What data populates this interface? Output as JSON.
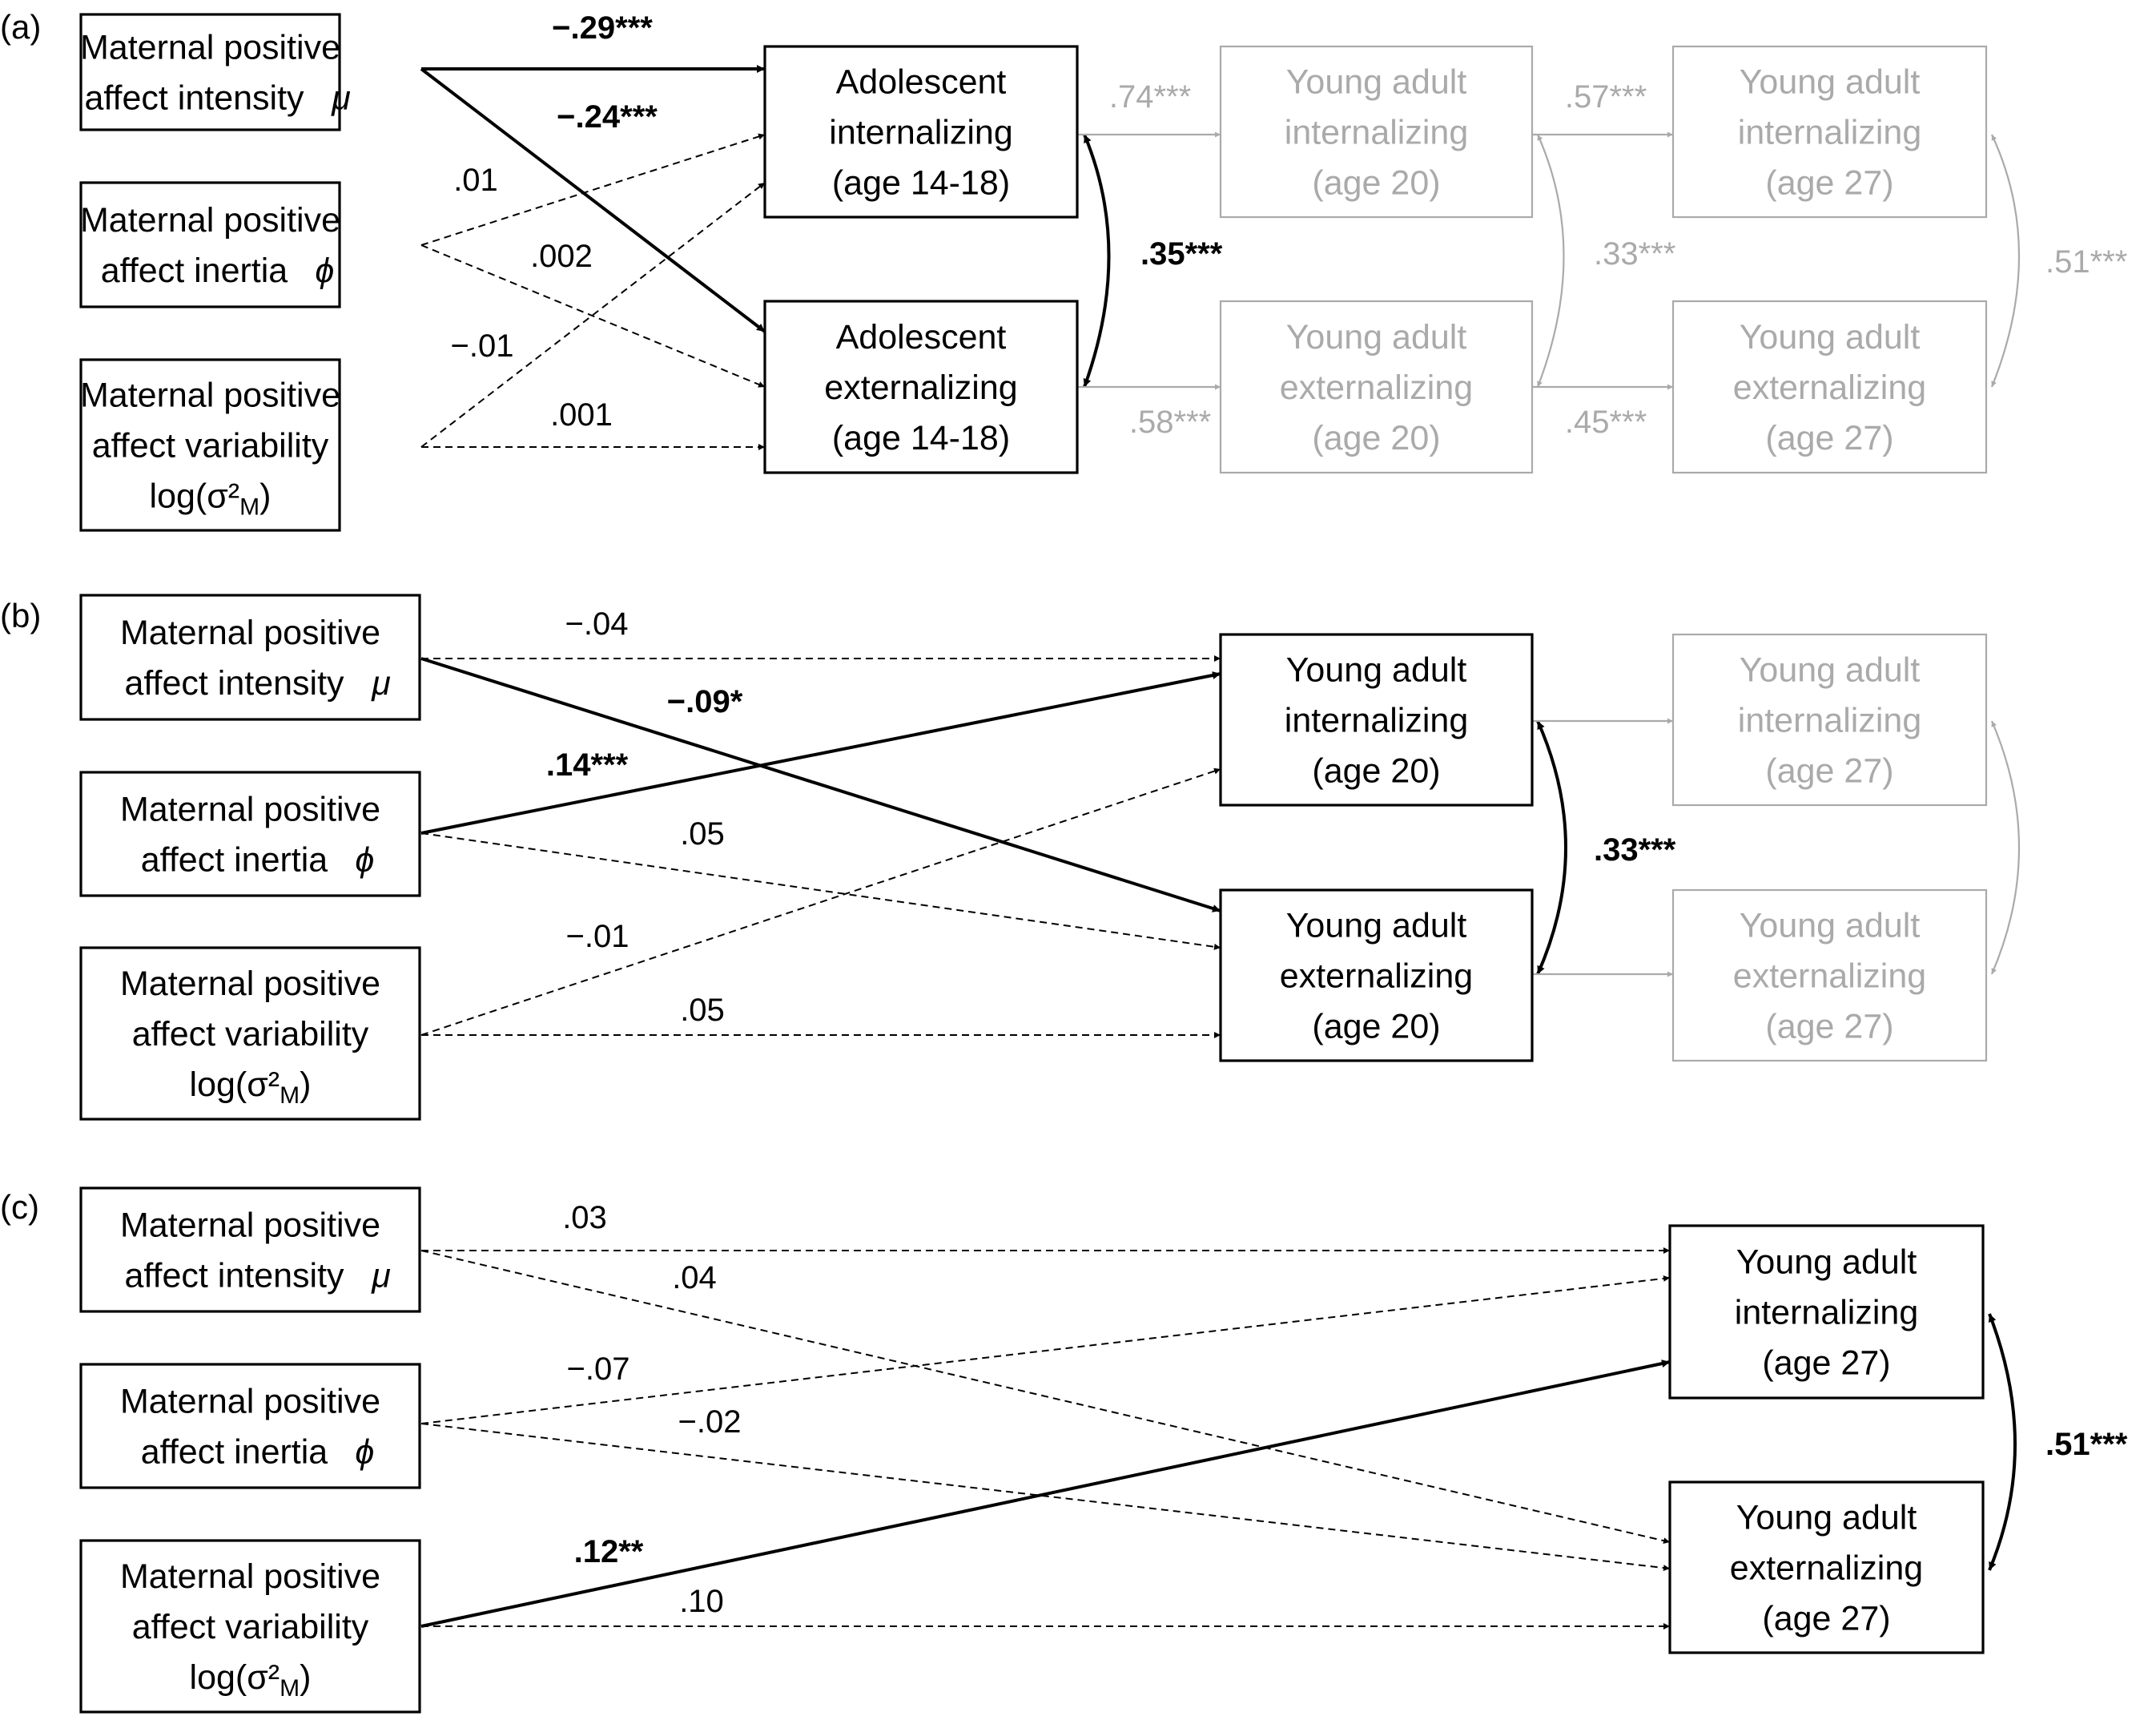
{
  "colors": {
    "active": "#000000",
    "muted": "#aaaaaa",
    "background": "#ffffff"
  },
  "panels": [
    {
      "id": "a",
      "label": "(a)",
      "boxes": [
        {
          "id": "a_mu",
          "lines": [
            "Maternal positive",
            "affect intensity"
          ],
          "symbol": "μ",
          "muted": false
        },
        {
          "id": "a_phi",
          "lines": [
            "Maternal positive",
            "affect inertia"
          ],
          "symbol": "ϕ",
          "muted": false
        },
        {
          "id": "a_var",
          "lines": [
            "Maternal positive",
            "affect variability",
            "log(σ²M)"
          ],
          "muted": false
        },
        {
          "id": "a_ai",
          "lines": [
            "Adolescent",
            "internalizing",
            "(age 14-18)"
          ],
          "muted": false
        },
        {
          "id": "a_ae",
          "lines": [
            "Adolescent",
            "externalizing",
            "(age 14-18)"
          ],
          "muted": false
        },
        {
          "id": "a_y20i",
          "lines": [
            "Young adult",
            "internalizing",
            "(age 20)"
          ],
          "muted": true
        },
        {
          "id": "a_y20e",
          "lines": [
            "Young adult",
            "externalizing",
            "(age 20)"
          ],
          "muted": true
        },
        {
          "id": "a_y27i",
          "lines": [
            "Young adult",
            "internalizing",
            "(age 27)"
          ],
          "muted": true
        },
        {
          "id": "a_y27e",
          "lines": [
            "Young adult",
            "externalizing",
            "(age 27)"
          ],
          "muted": true
        }
      ],
      "paths": [
        {
          "label": "−.29***",
          "bold": true,
          "style": "solid"
        },
        {
          "label": "−.24***",
          "bold": true,
          "style": "solid"
        },
        {
          "label": ".01",
          "bold": false,
          "style": "dashed"
        },
        {
          "label": ".002",
          "bold": false,
          "style": "dashed"
        },
        {
          "label": "−.01",
          "bold": false,
          "style": "dashed"
        },
        {
          "label": ".001",
          "bold": false,
          "style": "dashed"
        },
        {
          "label": ".35***",
          "bold": true,
          "style": "covariance"
        },
        {
          "label": ".74***",
          "bold": false,
          "style": "muted"
        },
        {
          "label": ".58***",
          "bold": false,
          "style": "muted"
        },
        {
          "label": ".33***",
          "bold": false,
          "style": "muted-covariance"
        },
        {
          "label": ".57***",
          "bold": false,
          "style": "muted"
        },
        {
          "label": ".45***",
          "bold": false,
          "style": "muted"
        },
        {
          "label": ".51***",
          "bold": false,
          "style": "muted-covariance"
        }
      ]
    },
    {
      "id": "b",
      "label": "(b)",
      "boxes": [
        {
          "id": "b_mu",
          "lines": [
            "Maternal positive",
            "affect intensity"
          ],
          "symbol": "μ",
          "muted": false
        },
        {
          "id": "b_phi",
          "lines": [
            "Maternal positive",
            "affect inertia"
          ],
          "symbol": "ϕ",
          "muted": false
        },
        {
          "id": "b_var",
          "lines": [
            "Maternal positive",
            "affect variability",
            "log(σ²M)"
          ],
          "muted": false
        },
        {
          "id": "b_y20i",
          "lines": [
            "Young adult",
            "internalizing",
            "(age 20)"
          ],
          "muted": false
        },
        {
          "id": "b_y20e",
          "lines": [
            "Young adult",
            "externalizing",
            "(age 20)"
          ],
          "muted": false
        },
        {
          "id": "b_y27i",
          "lines": [
            "Young adult",
            "internalizing",
            "(age 27)"
          ],
          "muted": true
        },
        {
          "id": "b_y27e",
          "lines": [
            "Young adult",
            "externalizing",
            "(age 27)"
          ],
          "muted": true
        }
      ],
      "paths": [
        {
          "label": "−.04",
          "bold": false,
          "style": "dashed"
        },
        {
          "label": "−.09*",
          "bold": true,
          "style": "solid"
        },
        {
          "label": ".14***",
          "bold": true,
          "style": "solid"
        },
        {
          "label": ".05",
          "bold": false,
          "style": "dashed"
        },
        {
          "label": "−.01",
          "bold": false,
          "style": "dashed"
        },
        {
          "label": ".05",
          "bold": false,
          "style": "dashed"
        },
        {
          "label": ".33***",
          "bold": true,
          "style": "covariance"
        }
      ]
    },
    {
      "id": "c",
      "label": "(c)",
      "boxes": [
        {
          "id": "c_mu",
          "lines": [
            "Maternal positive",
            "affect intensity"
          ],
          "symbol": "μ",
          "muted": false
        },
        {
          "id": "c_phi",
          "lines": [
            "Maternal positive",
            "affect inertia"
          ],
          "symbol": "ϕ",
          "muted": false
        },
        {
          "id": "c_var",
          "lines": [
            "Maternal positive",
            "affect variability",
            "log(σ²M)"
          ],
          "muted": false
        },
        {
          "id": "c_y27i",
          "lines": [
            "Young adult",
            "internalizing",
            "(age 27)"
          ],
          "muted": false
        },
        {
          "id": "c_y27e",
          "lines": [
            "Young adult",
            "externalizing",
            "(age 27)"
          ],
          "muted": false
        }
      ],
      "paths": [
        {
          "label": ".03",
          "bold": false,
          "style": "dashed"
        },
        {
          "label": ".04",
          "bold": false,
          "style": "dashed"
        },
        {
          "label": "−.07",
          "bold": false,
          "style": "dashed"
        },
        {
          "label": "−.02",
          "bold": false,
          "style": "dashed"
        },
        {
          "label": ".12**",
          "bold": true,
          "style": "solid"
        },
        {
          "label": ".10",
          "bold": false,
          "style": "dashed"
        },
        {
          "label": ".51***",
          "bold": true,
          "style": "covariance"
        }
      ]
    }
  ]
}
